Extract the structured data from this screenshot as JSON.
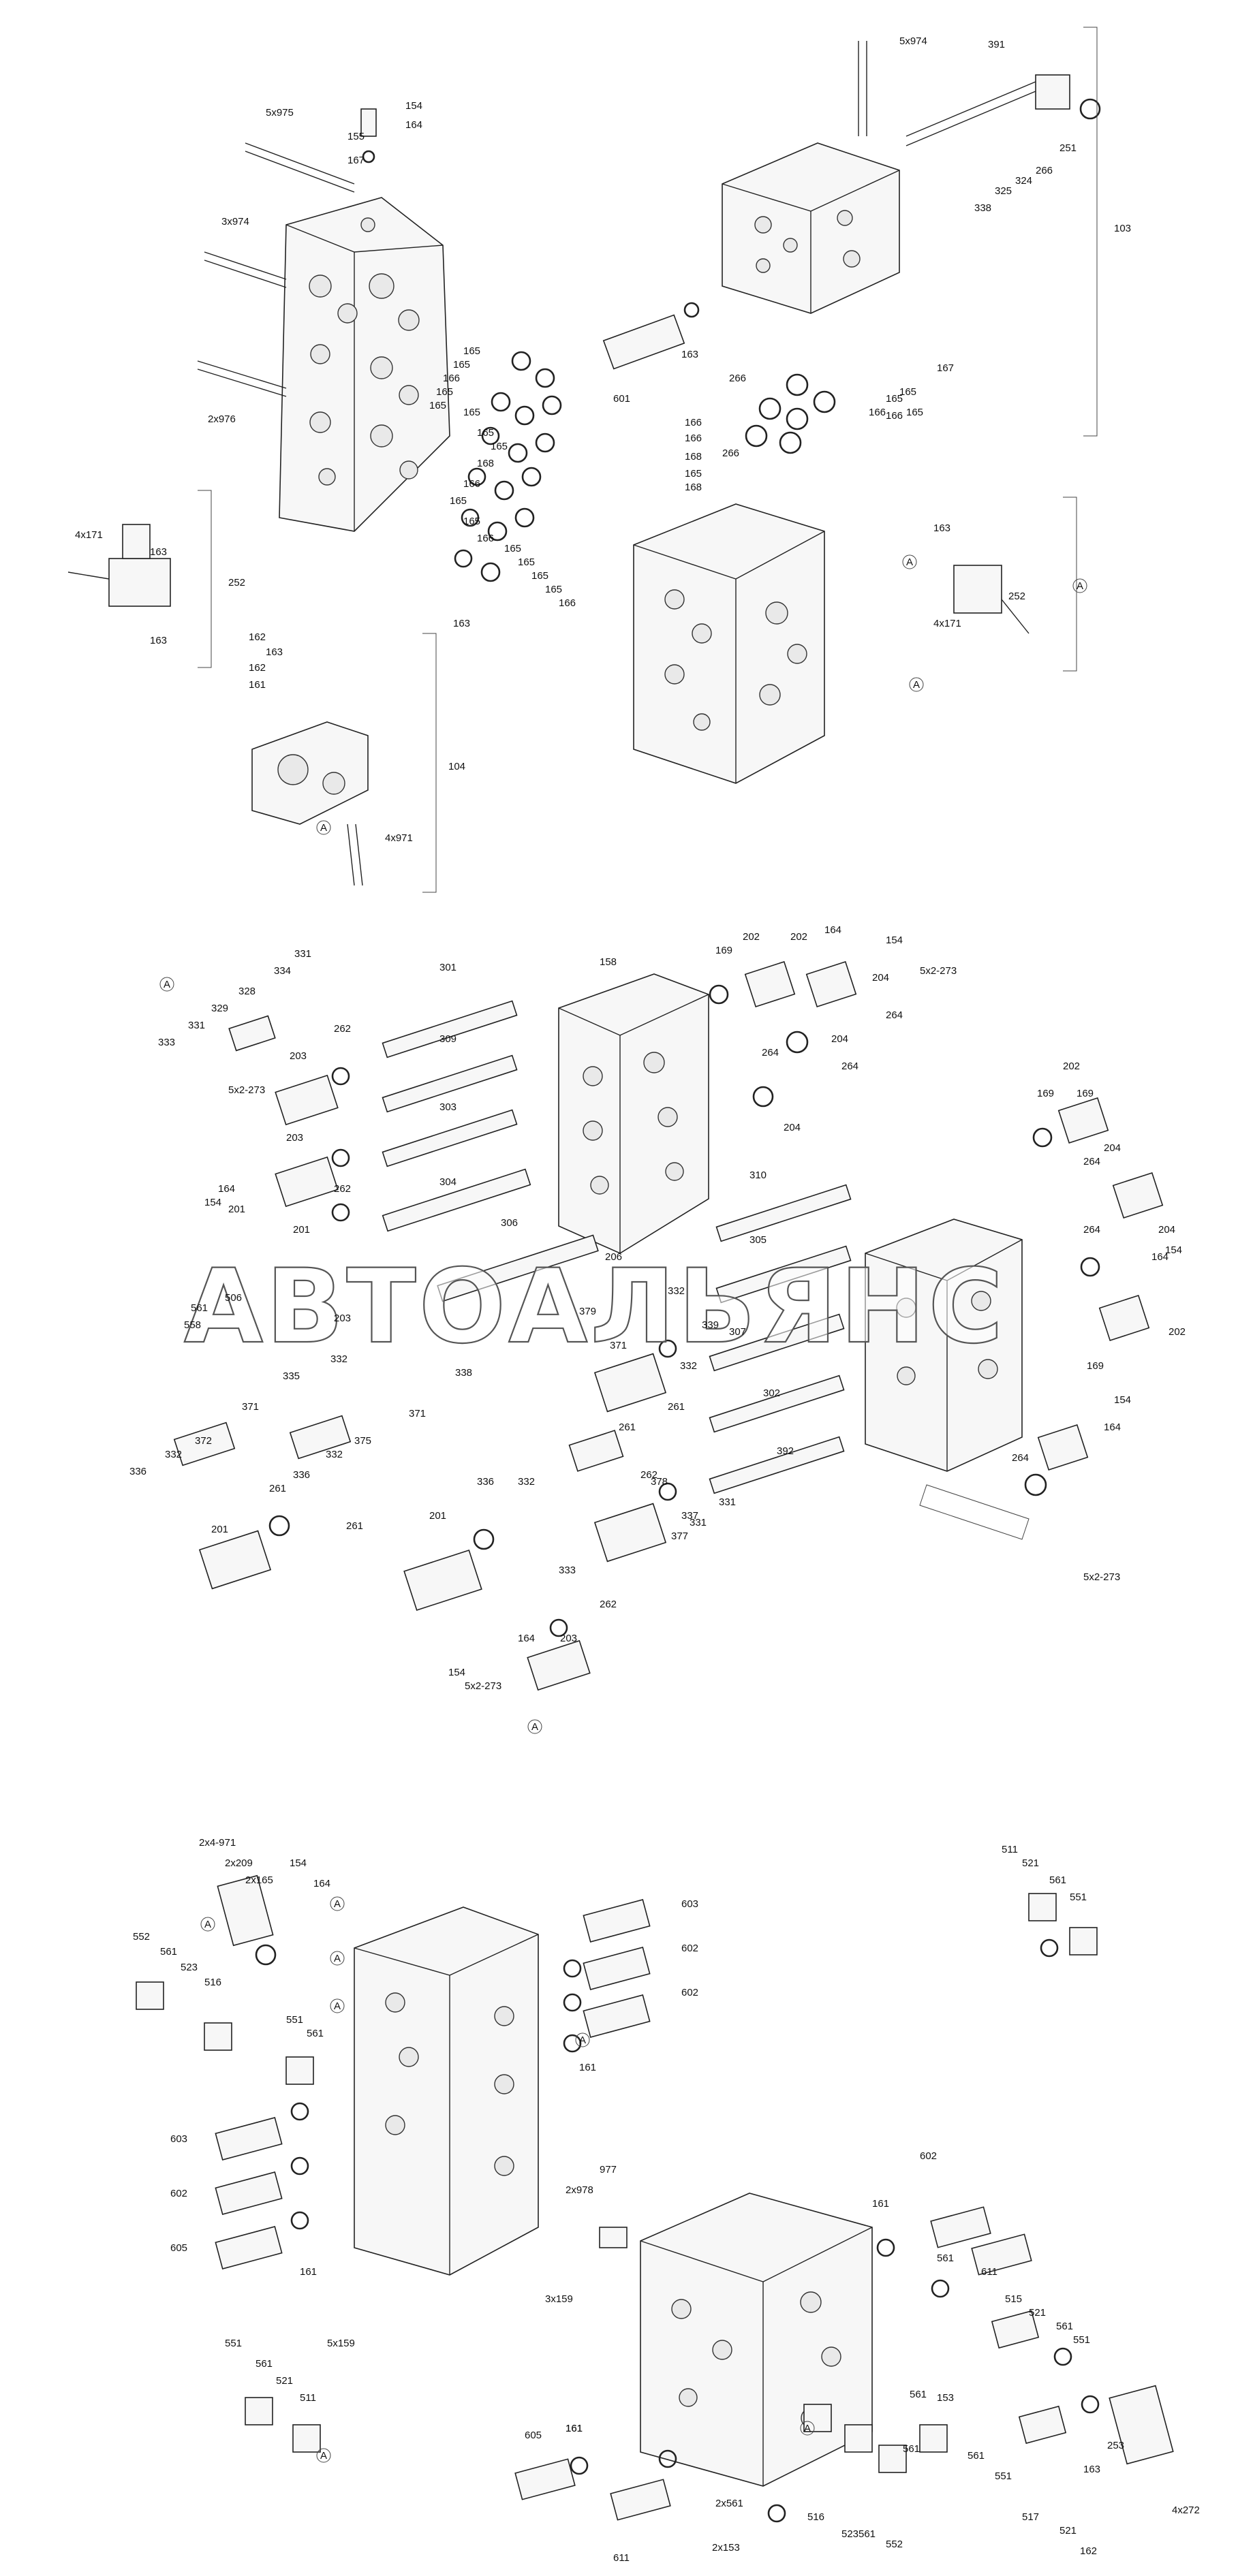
{
  "watermark": "АВТОАЛЬЯНС",
  "section1": {
    "labels": [
      "5x975",
      "154",
      "164",
      "155",
      "167",
      "3x974",
      "2x976",
      "4x171",
      "252",
      "163",
      "163",
      "162",
      "163",
      "162",
      "161",
      "104",
      "4x971",
      "5x974",
      "391",
      "251",
      "266",
      "324",
      "325",
      "338",
      "103",
      "163",
      "601",
      "167",
      "165",
      "166",
      "166",
      "166",
      "168",
      "165",
      "168",
      "266",
      "266",
      "165",
      "165",
      "166",
      "165",
      "165",
      "166",
      "165",
      "165",
      "165",
      "165",
      "165",
      "168",
      "166",
      "165",
      "165",
      "166",
      "165",
      "165",
      "165",
      "165",
      "166",
      "163",
      "163",
      "4x171",
      "252",
      "A",
      "A",
      "A",
      "A"
    ]
  },
  "section2": {
    "labels": [
      "331",
      "334",
      "329",
      "328",
      "333",
      "331",
      "5x2-273",
      "203",
      "262",
      "301",
      "309",
      "303",
      "304",
      "306",
      "164",
      "154",
      "203",
      "262",
      "201",
      "201",
      "558",
      "561",
      "506",
      "203",
      "335",
      "332",
      "371",
      "336",
      "332",
      "372",
      "261",
      "201",
      "336",
      "332",
      "375",
      "371",
      "338",
      "261",
      "201",
      "336",
      "332",
      "158",
      "169",
      "202",
      "202",
      "164",
      "154",
      "5x2-273",
      "169",
      "264",
      "204",
      "204",
      "264",
      "264",
      "204",
      "310",
      "305",
      "307",
      "302",
      "392",
      "169",
      "202",
      "204",
      "264",
      "264",
      "204",
      "164",
      "154",
      "202",
      "169",
      "164",
      "154",
      "264",
      "5x2-273",
      "262",
      "261",
      "332",
      "339",
      "371",
      "379",
      "206",
      "332",
      "261",
      "378",
      "377",
      "337",
      "331",
      "331",
      "333",
      "262",
      "203",
      "164",
      "154",
      "5x2-273",
      "A",
      "A"
    ]
  },
  "section3": {
    "labels": [
      "2x4-971",
      "2x209",
      "2x165",
      "154",
      "164",
      "552",
      "561",
      "523",
      "516",
      "551",
      "561",
      "603",
      "602",
      "605",
      "161",
      "5x159",
      "603",
      "602",
      "602",
      "161",
      "A",
      "A",
      "A",
      "A",
      "511",
      "521",
      "561",
      "551",
      "602",
      "161",
      "977",
      "2x978",
      "3x159",
      "161",
      "561",
      "611",
      "515",
      "521",
      "561",
      "551",
      "605",
      "161",
      "561",
      "611",
      "2x561",
      "2x153",
      "516",
      "523",
      "561",
      "552",
      "561",
      "153",
      "561",
      "551",
      "517",
      "521",
      "163",
      "162",
      "253",
      "4x272",
      "551",
      "561",
      "521",
      "511",
      "A",
      "A",
      "A"
    ]
  }
}
